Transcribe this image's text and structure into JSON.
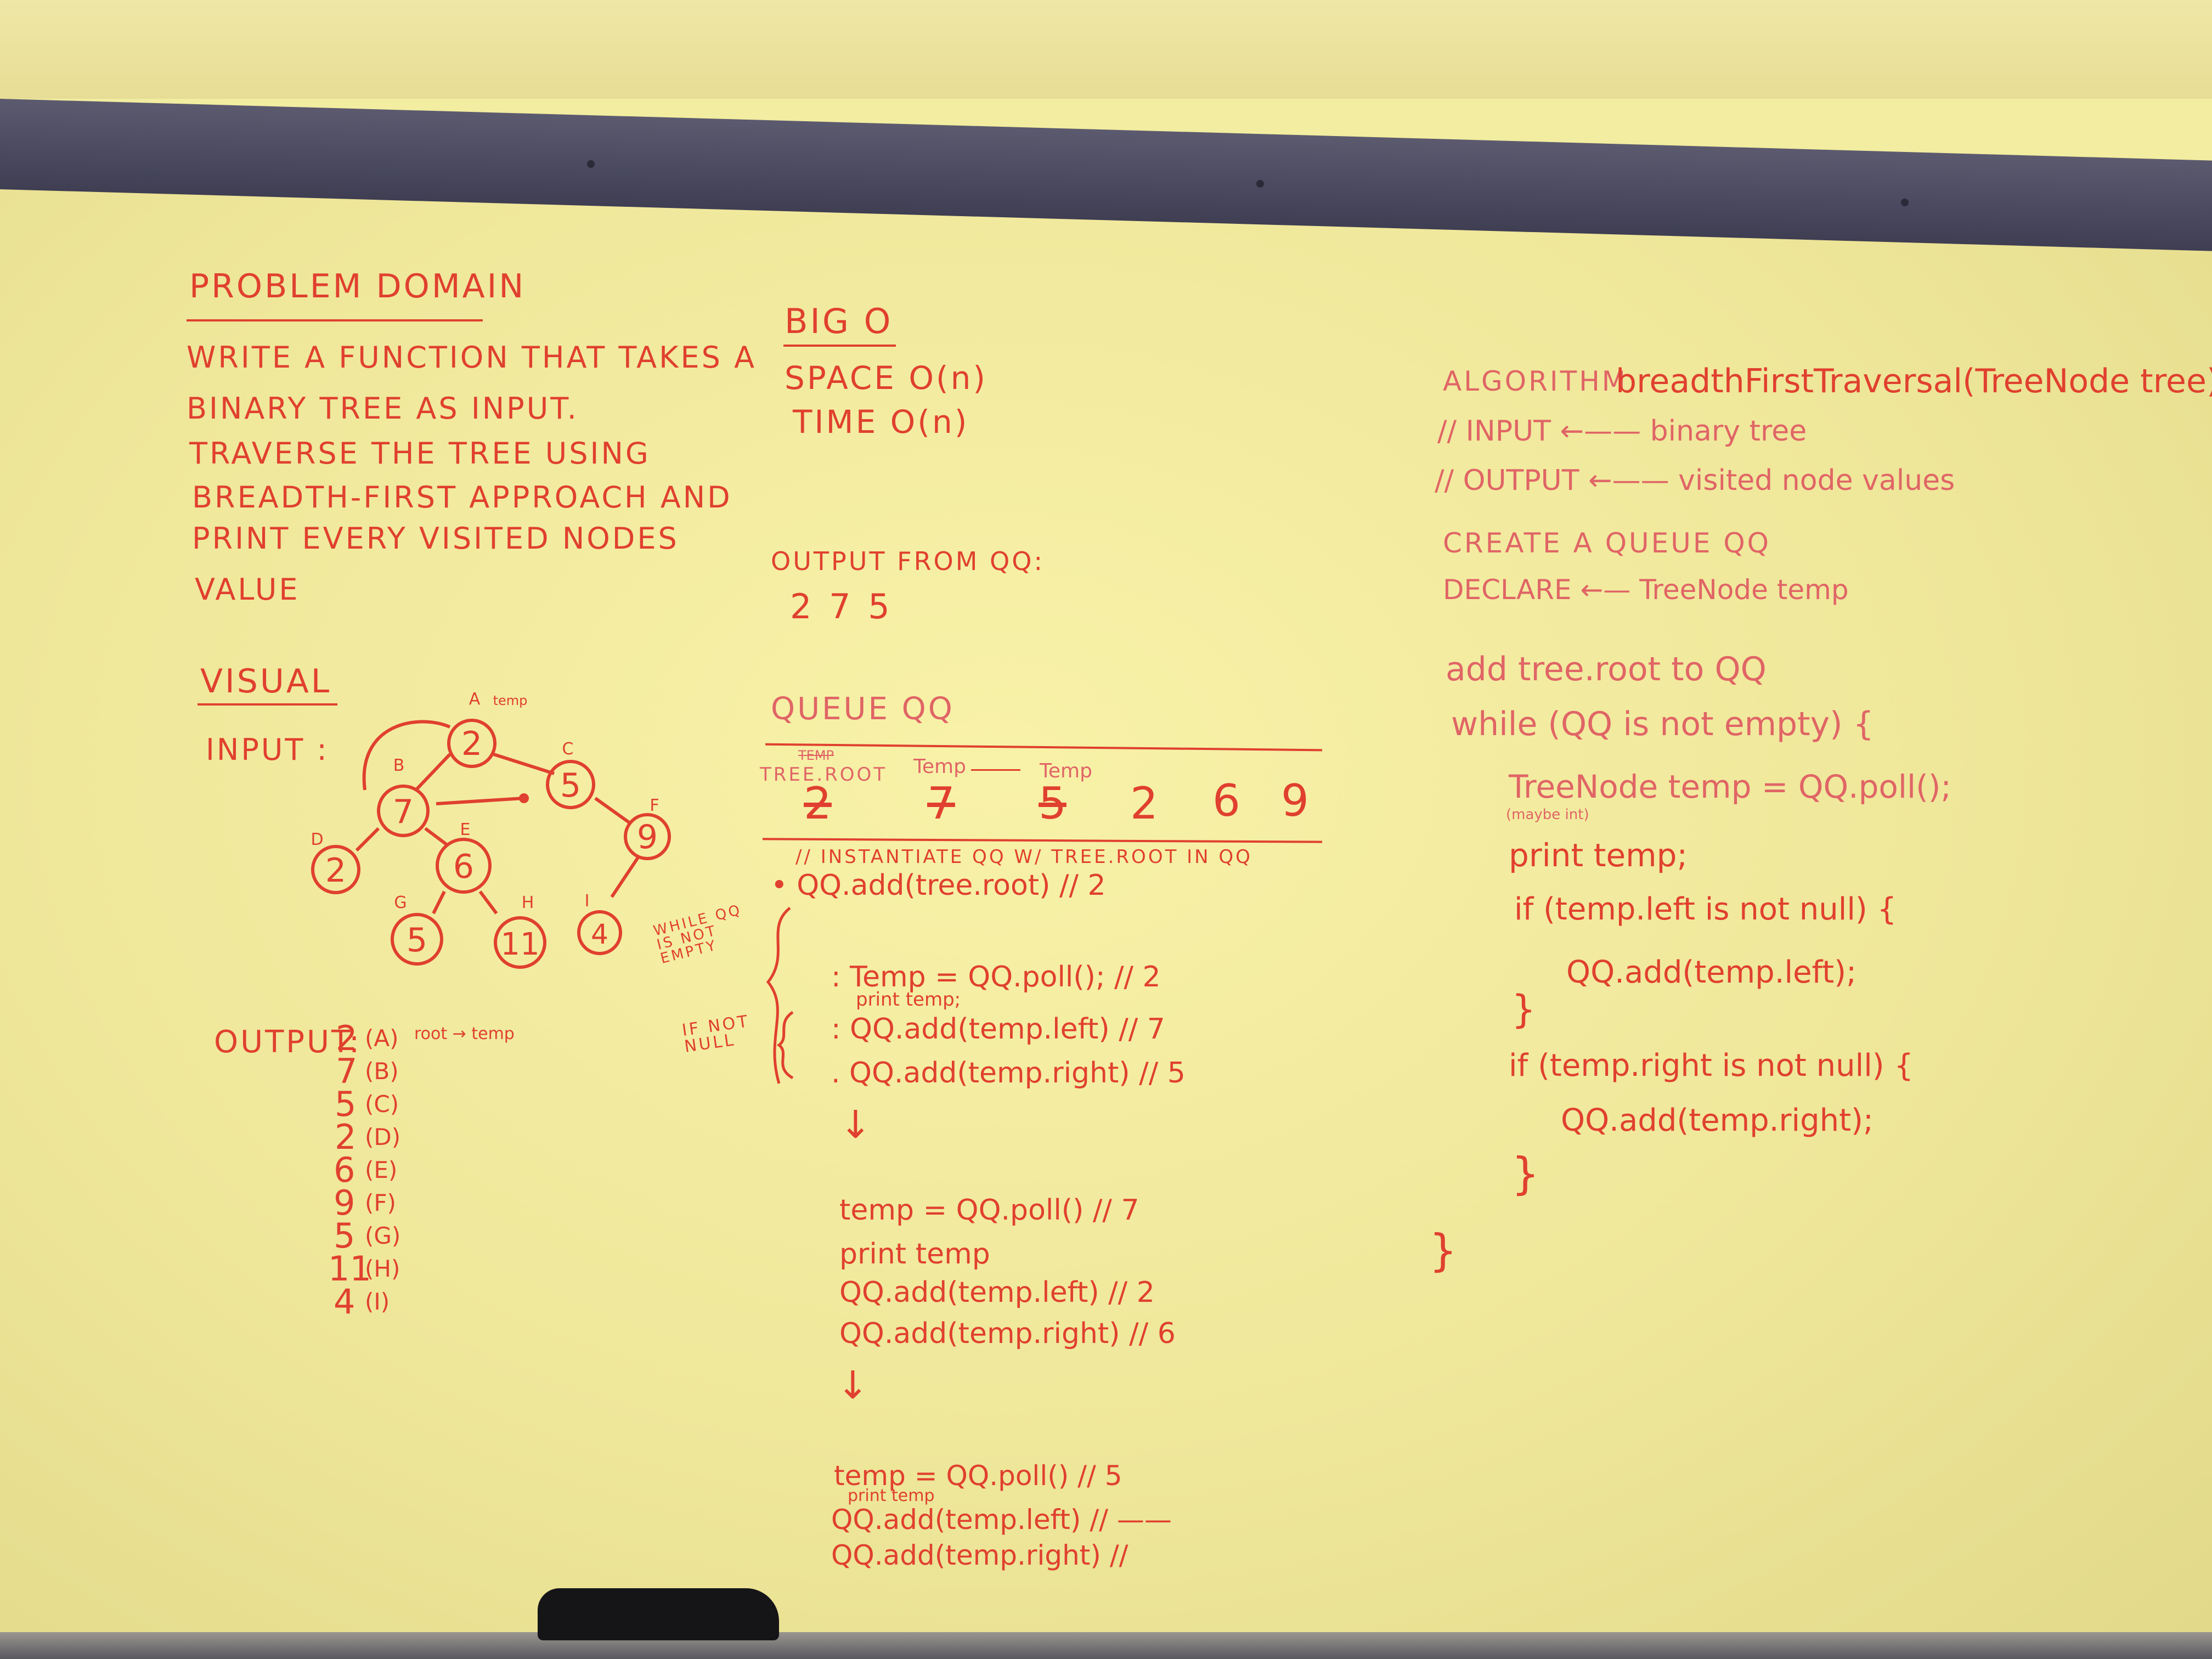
{
  "problem": {
    "heading": "PROBLEM DOMAIN",
    "lines": [
      "WRITE A FUNCTION THAT TAKES A",
      "BINARY TREE AS INPUT.",
      "TRAVERSE THE TREE USING",
      "BREADTH-FIRST APPROACH AND",
      "PRINT EVERY VISITED NODES",
      "VALUE"
    ]
  },
  "visual": {
    "heading": "VISUAL",
    "input_label": "INPUT :",
    "temp_note": "temp",
    "nodes": [
      {
        "letter": "A",
        "value": "2"
      },
      {
        "letter": "B",
        "value": "7"
      },
      {
        "letter": "C",
        "value": "5"
      },
      {
        "letter": "D",
        "value": "2"
      },
      {
        "letter": "E",
        "value": "6"
      },
      {
        "letter": "F",
        "value": "9"
      },
      {
        "letter": "G",
        "value": "5"
      },
      {
        "letter": "H",
        "value": "11"
      },
      {
        "letter": "I",
        "value": "4"
      }
    ]
  },
  "output": {
    "label": "OUTPUT:",
    "note": "root → temp",
    "values": [
      {
        "value": "2",
        "letter": "(A)"
      },
      {
        "value": "7",
        "letter": "(B)"
      },
      {
        "value": "5",
        "letter": "(C)"
      },
      {
        "value": "2",
        "letter": "(D)"
      },
      {
        "value": "6",
        "letter": "(E)"
      },
      {
        "value": "9",
        "letter": "(F)"
      },
      {
        "value": "5",
        "letter": "(G)"
      },
      {
        "value": "11",
        "letter": "(H)"
      },
      {
        "value": "4",
        "letter": "(I)"
      }
    ]
  },
  "bigo": {
    "heading": "BIG O",
    "space": "SPACE  O(n)",
    "time": "TIME  O(n)"
  },
  "qq_output": {
    "label": "OUTPUT FROM QQ:",
    "values": "2   7   5"
  },
  "queue": {
    "heading": "QUEUE QQ",
    "labels": [
      "TREE.ROOT",
      "Temp",
      "Temp"
    ],
    "label_crossed": "TEMP",
    "cells": [
      "2",
      "7",
      "5",
      "2",
      "6",
      "9"
    ],
    "comment": "// INSTANTIATE QQ W/ TREE.ROOT IN QQ",
    "add_root": "• QQ.add(tree.root) // 2",
    "while_note": "WHILE QQ IS NOT EMPTY",
    "ifnot_note": "IF NOT NULL"
  },
  "trace": {
    "block1": [
      ": Temp = QQ.poll(); // 2",
      "print temp;",
      ": QQ.add(temp.left) // 7",
      ". QQ.add(temp.right) // 5"
    ],
    "block2": [
      "temp = QQ.poll() // 7",
      "print temp",
      "QQ.add(temp.left) // 2",
      "QQ.add(temp.right) // 6"
    ],
    "block3": [
      "temp = QQ.poll() // 5",
      "print temp",
      "QQ.add(temp.left) // ——",
      "QQ.add(temp.right) //"
    ],
    "arrow": "↓"
  },
  "algorithm": {
    "label": "ALGORITHM",
    "signature": "breadthFirstTraversal(TreeNode tree)",
    "input": "// INPUT ←—— binary tree",
    "output": "// OUTPUT ←—— visited node values",
    "create": "CREATE A QUEUE QQ",
    "declare": "DECLARE ←— TreeNode temp",
    "code": [
      "add tree.root to QQ",
      "while (QQ is not empty) {",
      "TreeNode temp = QQ.poll();",
      "(maybe int)",
      "print temp;",
      "if (temp.left is not null) {",
      "QQ.add(temp.left);",
      "}",
      "if (temp.right is not null) {",
      "QQ.add(temp.right);",
      "}",
      "}"
    ]
  },
  "colors": {
    "ink": "#e0402f",
    "ink_light": "#e06566",
    "board": "#f2eda0",
    "rail": "#4a4960"
  }
}
